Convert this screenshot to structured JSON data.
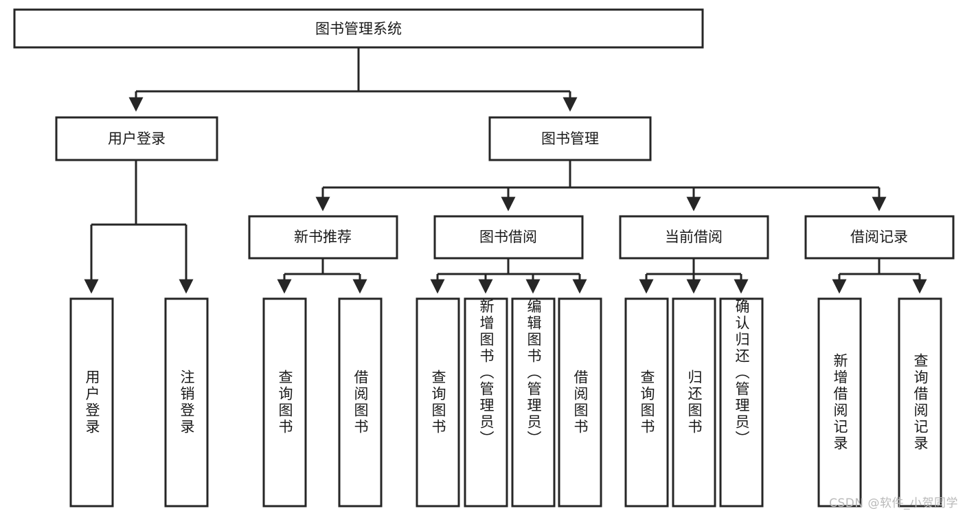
{
  "diagram": {
    "title": "图书管理系统",
    "type": "hierarchy-tree",
    "watermark": "CSDN @软件_小贺同学",
    "colors": {
      "stroke": "#262626",
      "fill": "#ffffff",
      "text": "#1a1a1a",
      "watermark": "#b9b9b9",
      "background": "#ffffff"
    },
    "levels": {
      "root": {
        "label": "图书管理系统",
        "orientation": "horizontal"
      },
      "level2": [
        {
          "label": "用户登录",
          "orientation": "horizontal"
        },
        {
          "label": "图书管理",
          "orientation": "horizontal"
        }
      ],
      "level3": [
        {
          "label": "新书推荐",
          "orientation": "horizontal",
          "parent": "图书管理"
        },
        {
          "label": "图书借阅",
          "orientation": "horizontal",
          "parent": "图书管理"
        },
        {
          "label": "当前借阅",
          "orientation": "horizontal",
          "parent": "图书管理"
        },
        {
          "label": "借阅记录",
          "orientation": "horizontal",
          "parent": "图书管理"
        }
      ],
      "leaves": [
        {
          "label": "用户登录",
          "orientation": "vertical",
          "parent": "用户登录"
        },
        {
          "label": "注销登录",
          "orientation": "vertical",
          "parent": "用户登录"
        },
        {
          "label": "查询图书",
          "orientation": "vertical",
          "parent": "新书推荐"
        },
        {
          "label": "借阅图书",
          "orientation": "vertical",
          "parent": "新书推荐"
        },
        {
          "label": "查询图书",
          "orientation": "vertical",
          "parent": "图书借阅"
        },
        {
          "label": "新增图书（管理员）",
          "orientation": "vertical",
          "parent": "图书借阅"
        },
        {
          "label": "编辑图书（管理员）",
          "orientation": "vertical",
          "parent": "图书借阅"
        },
        {
          "label": "借阅图书",
          "orientation": "vertical",
          "parent": "图书借阅"
        },
        {
          "label": "查询图书",
          "orientation": "vertical",
          "parent": "当前借阅"
        },
        {
          "label": "归还图书",
          "orientation": "vertical",
          "parent": "当前借阅"
        },
        {
          "label": "确认归还（管理员）",
          "orientation": "vertical",
          "parent": "当前借阅"
        },
        {
          "label": "新增借阅记录",
          "orientation": "vertical",
          "parent": "借阅记录"
        },
        {
          "label": "查询借阅记录",
          "orientation": "vertical",
          "parent": "借阅记录"
        }
      ]
    }
  }
}
